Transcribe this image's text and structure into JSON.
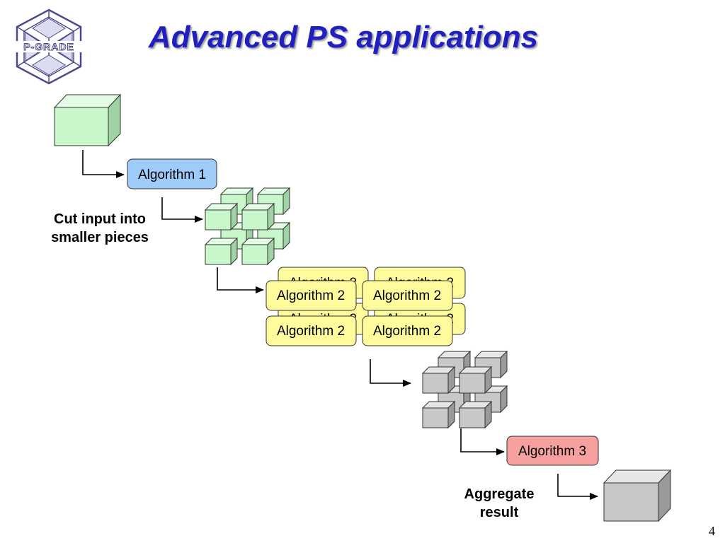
{
  "slide": {
    "title": "Advanced PS applications",
    "page_number": "4",
    "logo_text": "P-GRADE"
  },
  "diagram": {
    "algorithm_1": "Algorithm 1",
    "algorithm_2": "Algorithm 2",
    "algorithm_3": "Algorithm 3",
    "note_cut_line1": "Cut input into",
    "note_cut_line2": "smaller pieces",
    "note_aggregate_line1": "Aggregate",
    "note_aggregate_line2": "result"
  },
  "colors": {
    "title": "#2020c0",
    "algorithm_1_fill": "#9ecbf7",
    "algorithm_2_fill": "#fdfb9c",
    "algorithm_3_fill": "#f7a0a0",
    "input_cube_front": "#c8f7cc",
    "output_cube_front": "#c8c8c8"
  }
}
